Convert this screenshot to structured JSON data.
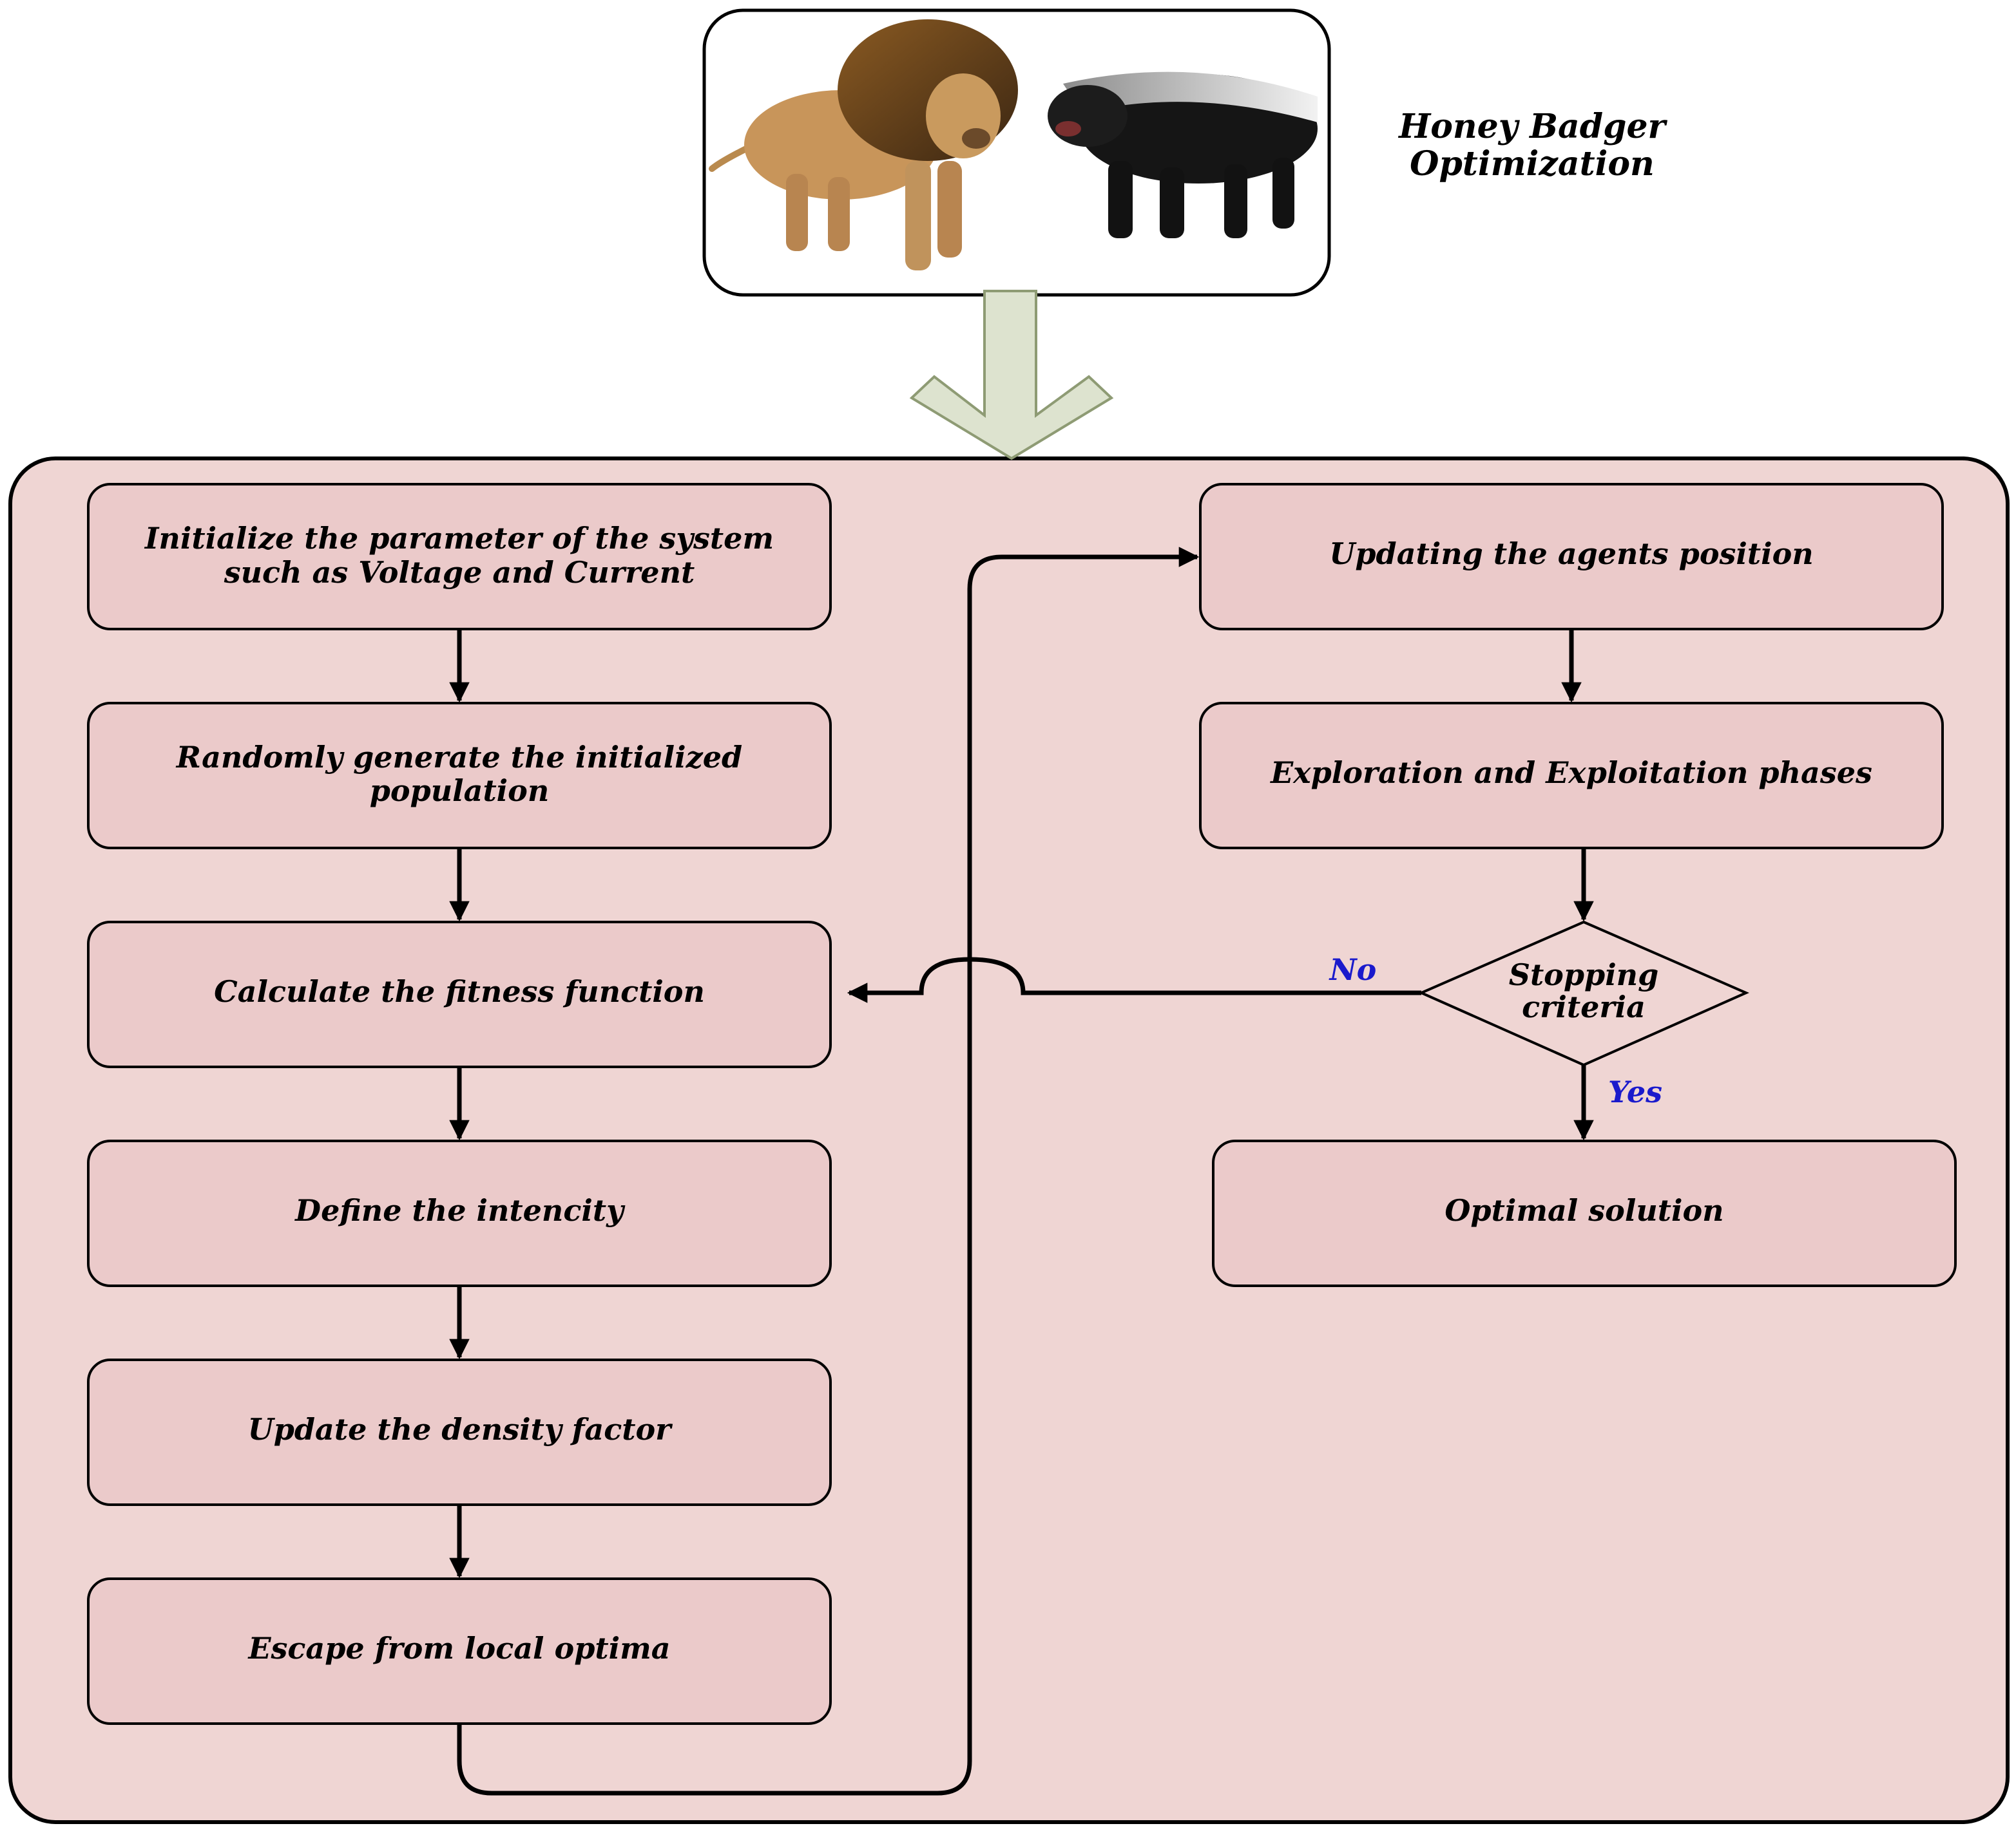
{
  "title": {
    "line1": "Honey Badger",
    "line2": "Optimization"
  },
  "illustration": {
    "left_animal": "lion",
    "right_animal": "honey-badger"
  },
  "colors": {
    "panel_fill": "#efd5d3",
    "box_fill": "#ebcaca",
    "stroke": "#000000",
    "arrow_fill": "#dde3cf",
    "arrow_stroke": "#8e9b74",
    "label_blue": "#1a1acc"
  },
  "steps": {
    "init_line1": "Initialize the parameter of the system",
    "init_line2": "such as Voltage and Current",
    "random_line1": "Randomly generate the initialized",
    "random_line2": "population",
    "fitness": "Calculate the fitness function",
    "intensity": "Define the intencity",
    "density": "Update the density factor",
    "escape": "Escape from local optima",
    "update_position": "Updating the agents position",
    "phases": "Exploration and Exploitation phases",
    "stop_line1": "Stopping",
    "stop_line2": "criteria",
    "optimal": "Optimal solution"
  },
  "labels": {
    "no": "No",
    "yes": "Yes"
  }
}
